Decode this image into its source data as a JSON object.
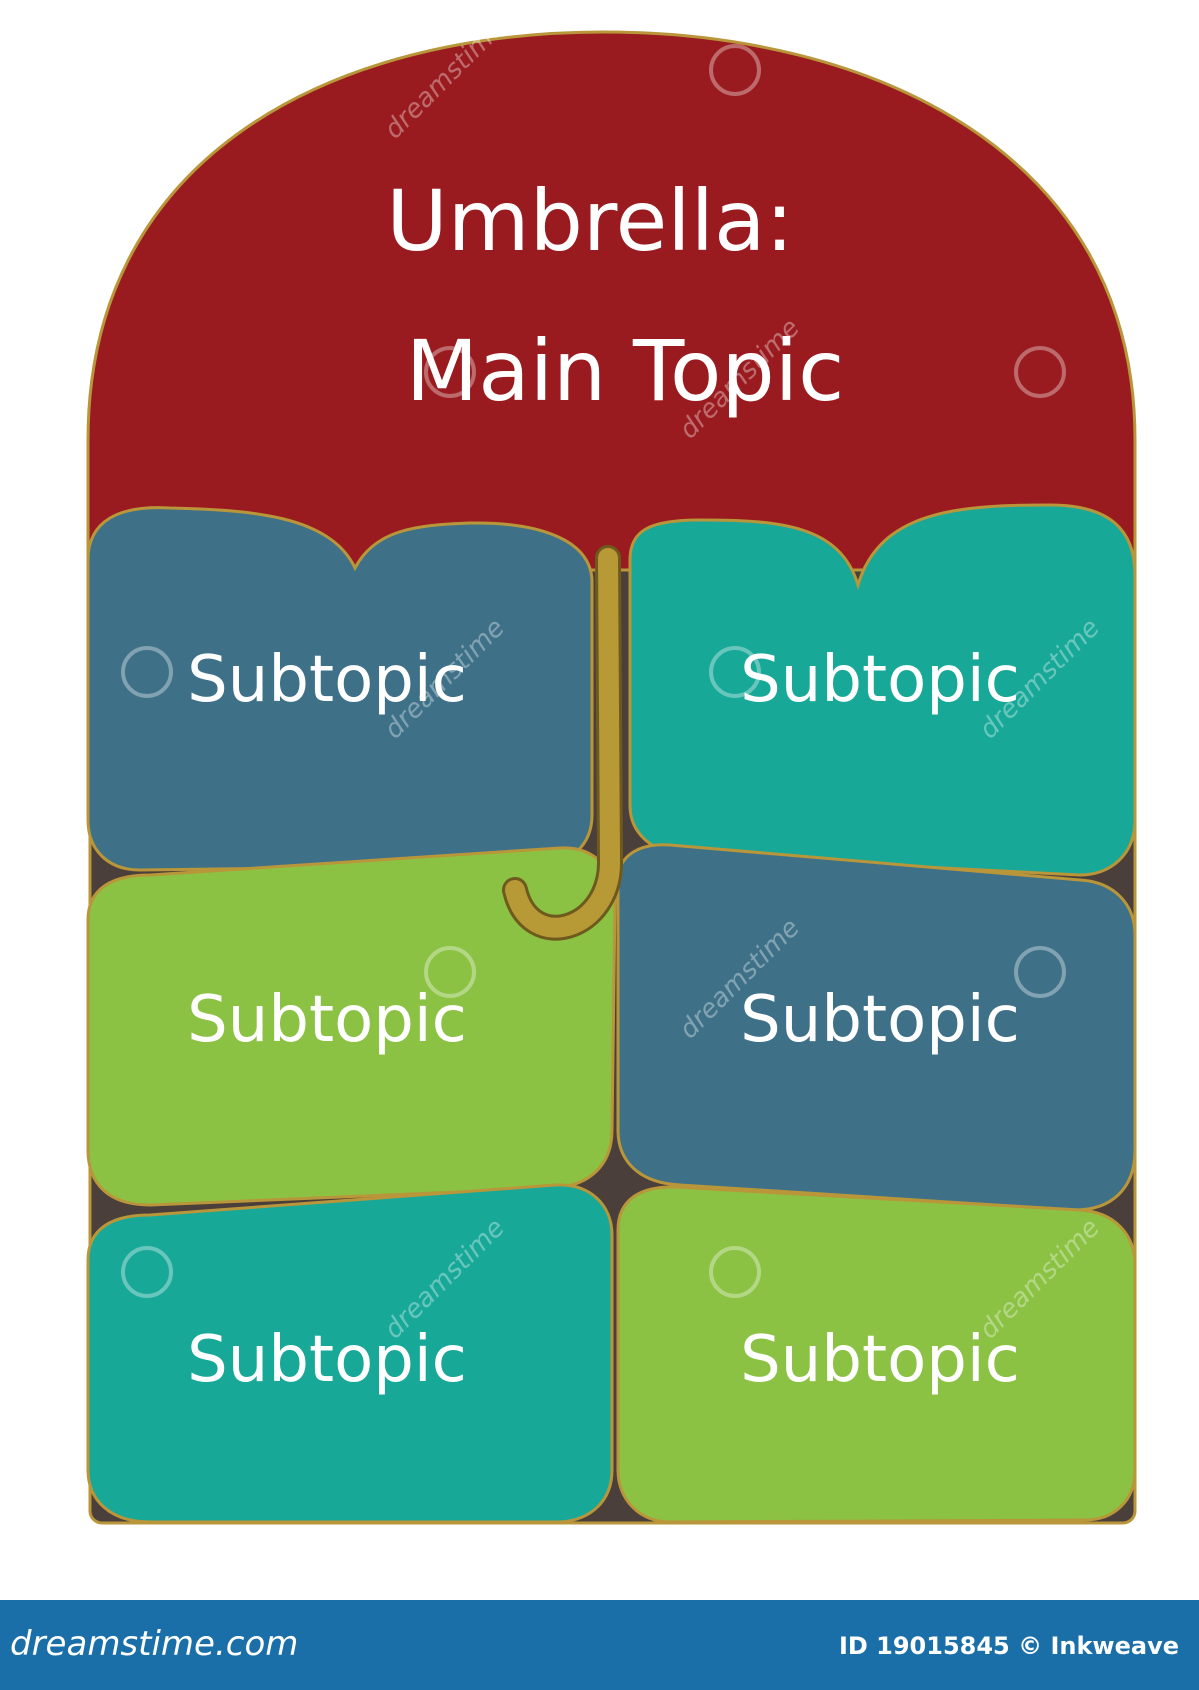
{
  "diagram": {
    "title_line1": "Umbrella:",
    "title_line2": "Main Topic",
    "subtopics": [
      {
        "label": "Subtopic",
        "color": "#3e7088"
      },
      {
        "label": "Subtopic",
        "color": "#17a898"
      },
      {
        "label": "Subtopic",
        "color": "#8bc243"
      },
      {
        "label": "Subtopic",
        "color": "#3e7088"
      },
      {
        "label": "Subtopic",
        "color": "#17a898"
      },
      {
        "label": "Subtopic",
        "color": "#8bc243"
      }
    ],
    "colors": {
      "canopy": "#9a1b1f",
      "handle": "#b79a36",
      "outline": "#b9963a",
      "background_frame": "#4a3f3b"
    },
    "watermark_text": "dreamstime"
  },
  "footer": {
    "site": "dreamstime.com",
    "credit": "ID 19015845 © Inkweave",
    "background": "#1a6fa8"
  }
}
